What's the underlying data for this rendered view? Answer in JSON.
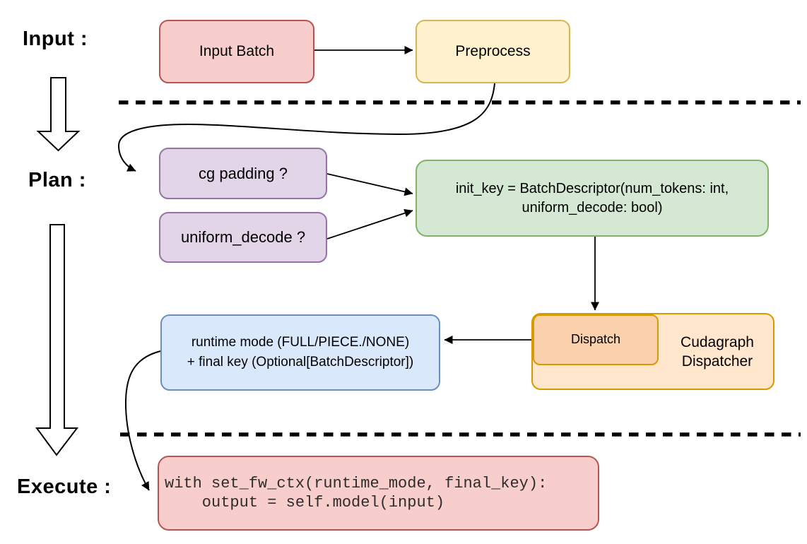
{
  "diagram": {
    "title_rows": {
      "input_label": "Input :",
      "plan_label": "Plan :",
      "execute_label": "Execute :"
    },
    "nodes": {
      "input_batch": {
        "label": "Input Batch"
      },
      "preprocess": {
        "label": "Preprocess"
      },
      "cg_padding": {
        "label": "cg padding ?"
      },
      "uniform_decode": {
        "label": "uniform_decode ?"
      },
      "init_key": {
        "line1": "init_key = BatchDescriptor(num_tokens: int,",
        "line2": "uniform_decode: bool)"
      },
      "dispatch": {
        "label": "Dispatch"
      },
      "cudagraph_dispatcher": {
        "line1": "Cudagraph",
        "line2": "Dispatcher"
      },
      "runtime_mode": {
        "line1": "runtime mode (FULL/PIECE./NONE)",
        "line2": "+ final key (Optional[BatchDescriptor])"
      },
      "execute_code": {
        "line1": "with set_fw_ctx(runtime_mode, final_key):",
        "line2": "    output = self.model(input)"
      }
    },
    "edges": [
      {
        "from": "input_batch",
        "to": "preprocess"
      },
      {
        "from": "preprocess",
        "to": "cg_padding"
      },
      {
        "from": "cg_padding",
        "to": "init_key"
      },
      {
        "from": "uniform_decode",
        "to": "init_key"
      },
      {
        "from": "init_key",
        "to": "dispatch"
      },
      {
        "from": "dispatch",
        "to": "runtime_mode"
      },
      {
        "from": "runtime_mode",
        "to": "execute_code"
      }
    ],
    "colors": {
      "red_fill": "#F8CECC",
      "red_stroke": "#B85450",
      "yellow_fill": "#FFF2CC",
      "yellow_stroke": "#D6B656",
      "purple_fill": "#E1D5E7",
      "purple_stroke": "#9673A6",
      "green_fill": "#D5E8D4",
      "green_stroke": "#82B366",
      "blue_fill": "#DAE8FC",
      "blue_stroke": "#6C8EBF",
      "orange_fill": "#FFE6CC",
      "orange_inner_fill": "#FAD1AC",
      "orange_stroke": "#D79B00",
      "line_color": "#000000"
    }
  }
}
